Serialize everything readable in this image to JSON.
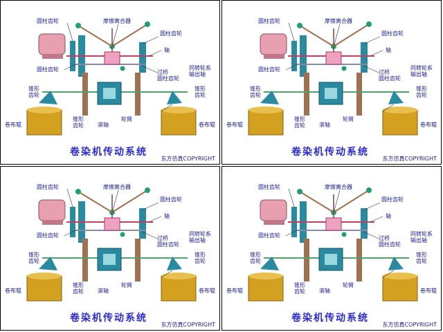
{
  "title": "卷染机传动系统",
  "copyright": "东方仿真COPYRIGHT",
  "labels": {
    "cylindrical_gear_tl": "圆柱齿轮",
    "friction_clutch": "摩擦离合器",
    "cylindrical_gear_tr": "圆柱齿轮",
    "shaft": "轴",
    "cylindrical_gear_ml": "圆柱齿轮",
    "idler_gear": "过桥\n圆柱齿轮",
    "differential_output": "同转轮系\n输出轴",
    "bevel_gear_left": "锥形\n齿轮",
    "bevel_gear_right": "锥形\n齿轮",
    "bevel_gear_bottom": "锥形\n齿轮",
    "roller_shaft": "滚轴",
    "wheel_arm": "轮臂",
    "cloth_roll_left": "卷布辊",
    "cloth_roll_right": "卷布辊"
  },
  "colors": {
    "title": "#2a2ad6",
    "label": "#1a1a8c",
    "motor": "#e8a0b0",
    "gear": "#2a8aa0",
    "roll": "#d4a020",
    "frame": "#a07050"
  }
}
